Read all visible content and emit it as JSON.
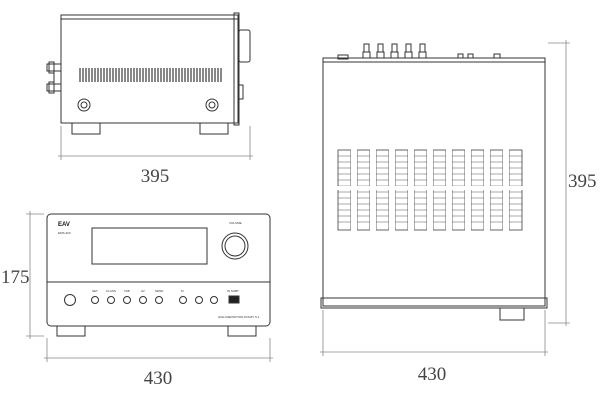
{
  "drawing": {
    "side_view": {
      "dimension": "395"
    },
    "top_view": {
      "width_dimension": "430",
      "depth_dimension": "395"
    },
    "front_view": {
      "width_dimension": "430",
      "height_dimension": "175",
      "brand": "EAV",
      "model": "EMS-300",
      "knob_label": "VOLUME",
      "button_labels": [
        "",
        "SET",
        "CLASS",
        "TAB",
        "AV",
        "SEND",
        "M",
        "",
        "",
        "IN SUBT"
      ],
      "bottom_text": "HIGH DEFINITION DOLBY 5.1"
    }
  },
  "colors": {
    "line": "#333333",
    "dim_line": "#888888",
    "grille": "#555555"
  }
}
